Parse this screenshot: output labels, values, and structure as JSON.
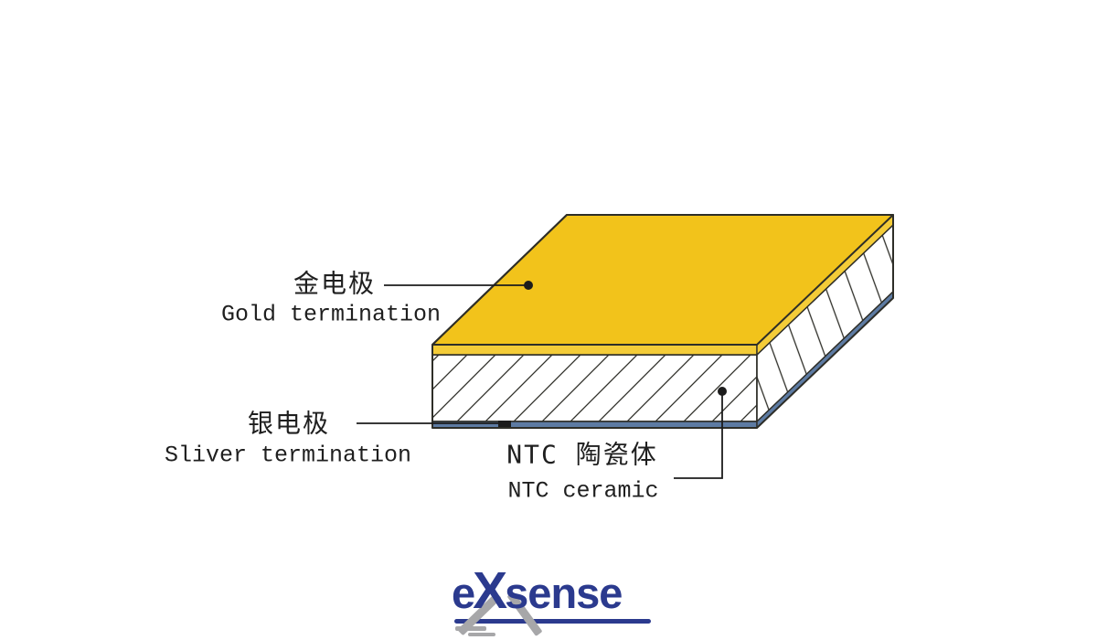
{
  "colors": {
    "gold": "#F2C31B",
    "gold_side": "#F4CC38",
    "silver": "#5D7BA3",
    "ceramic": "#FFFFFF",
    "outline": "#2E2E28",
    "line": "#1C1C1C",
    "logo_blue": "#2B3A8E",
    "logo_gray": "#A7A7A9"
  },
  "diagram": {
    "type": "chip-thermistor-structure",
    "labels": {
      "gold": {
        "zh": "金电极",
        "en": "Gold termination"
      },
      "silver": {
        "zh": "银电极",
        "en": "Sliver termination"
      },
      "ceramic": {
        "zh": "NTC 陶瓷体",
        "en": "NTC ceramic"
      }
    },
    "layers_top_to_bottom": [
      "Gold termination (top electrode, yellow)",
      "NTC ceramic (hatched body)",
      "Sliver termination (bottom electrode, blue)"
    ]
  },
  "logo": {
    "prefix": "e",
    "x": "X",
    "suffix": "sense",
    "full_text": "eXsense"
  }
}
